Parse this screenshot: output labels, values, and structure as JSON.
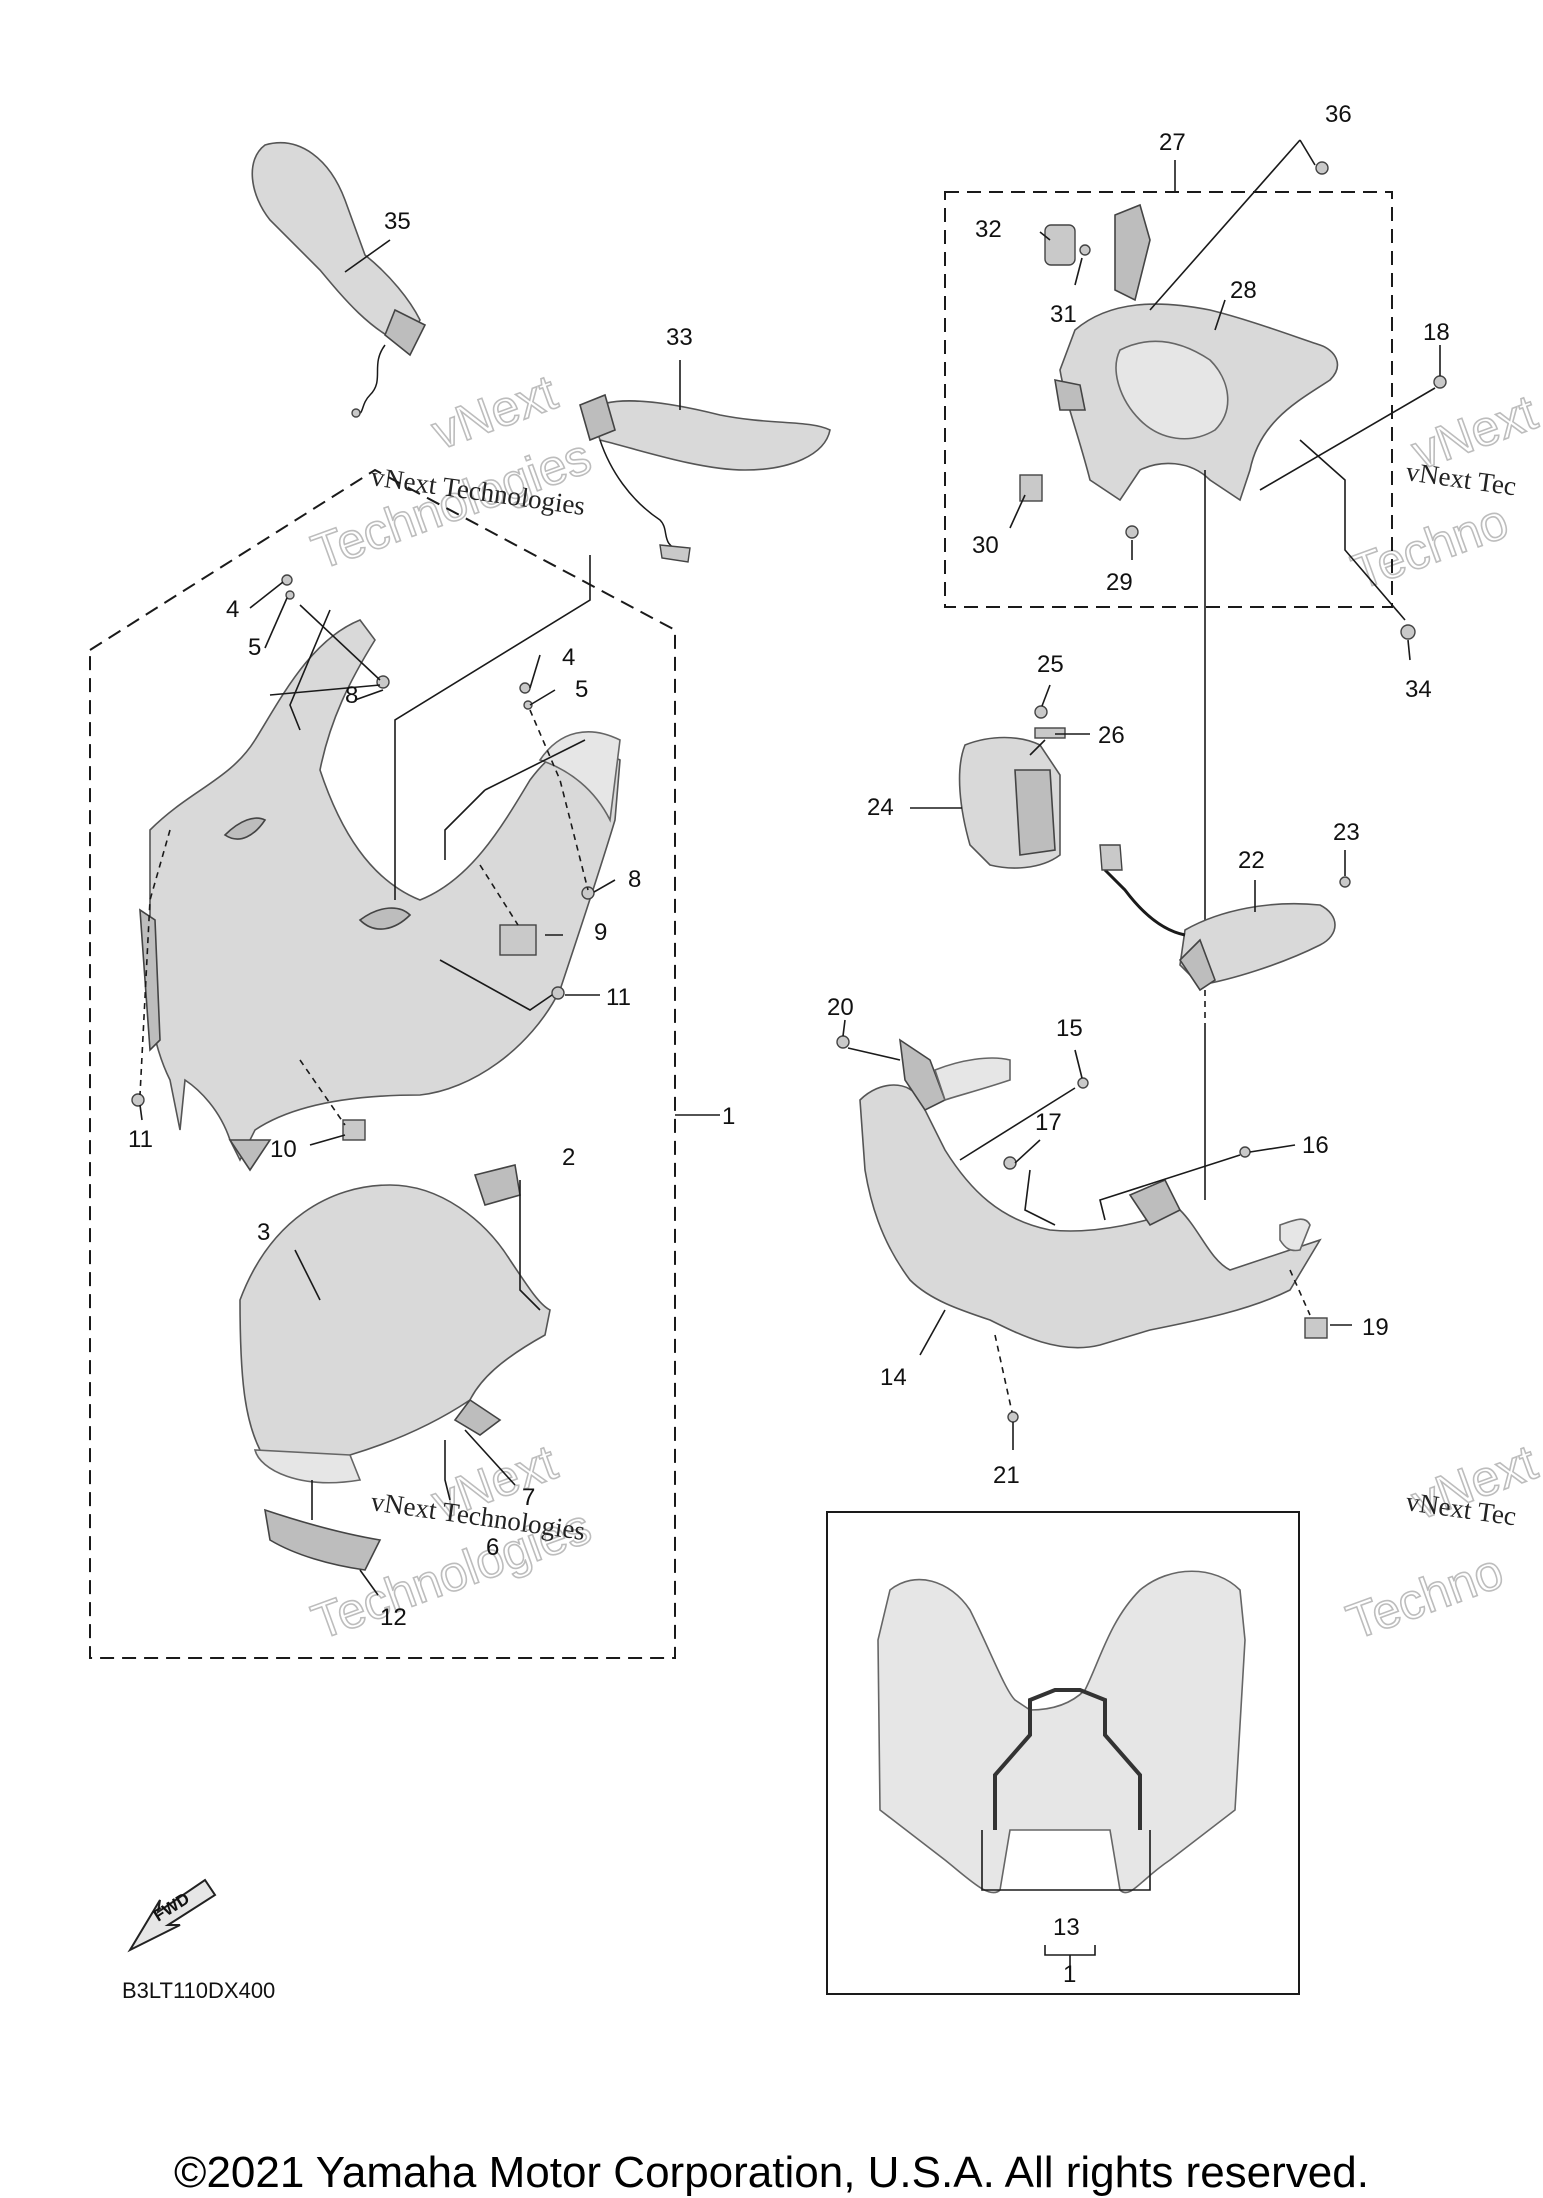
{
  "diagram": {
    "callouts": {
      "c1a": "1",
      "c1b": "1",
      "c2": "2",
      "c3": "3",
      "c4a": "4",
      "c4b": "4",
      "c5a": "5",
      "c5b": "5",
      "c6": "6",
      "c7": "7",
      "c8a": "8",
      "c8b": "8",
      "c9": "9",
      "c10": "10",
      "c11a": "11",
      "c11b": "11",
      "c12": "12",
      "c13": "13",
      "c14": "14",
      "c15": "15",
      "c16": "16",
      "c17": "17",
      "c18": "18",
      "c19": "19",
      "c20": "20",
      "c21": "21",
      "c22": "22",
      "c23": "23",
      "c24": "24",
      "c25": "25",
      "c26": "26",
      "c27": "27",
      "c28": "28",
      "c29": "29",
      "c30": "30",
      "c31": "31",
      "c32": "32",
      "c33": "33",
      "c34": "34",
      "c35": "35",
      "c36": "36"
    },
    "diagram_code": "B3LT110DX400",
    "fwd_label": "FWD",
    "watermarks": {
      "line1": "vNext Technologies",
      "line1_cut": "vNext Tec",
      "line2a": "vNext",
      "line2b": "Technologies",
      "line2b_cut": "Techno"
    }
  },
  "footer": {
    "copyright": "©2021 Yamaha Motor Corporation, U.S.A. All rights reserved."
  }
}
